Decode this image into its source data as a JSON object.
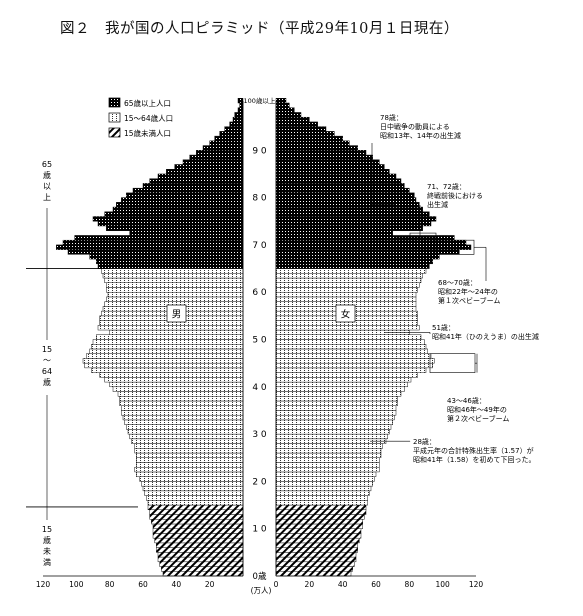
{
  "page": {
    "title": "図２　我が国の人口ピラミッド（平成29年10月１日現在）"
  },
  "chart_data": {
    "type": "bar",
    "orientation": "horizontal-pyramid",
    "unit": "(万人)",
    "axis": {
      "age_ticks": [
        "0",
        "1 0",
        "2 0",
        "3 0",
        "4 0",
        "5 0",
        "6 0",
        "7 0",
        "8 0",
        "9 0"
      ],
      "age_bottom_label": "0歳",
      "age_top_label": "100歳以上",
      "x_ticks_left": [
        "120",
        "100",
        "80",
        "60",
        "40",
        "20"
      ],
      "x_ticks_right": [
        "0",
        "20",
        "40",
        "60",
        "80",
        "100",
        "120"
      ],
      "xlim": [
        0,
        120
      ]
    },
    "legend": [
      {
        "label": "65歳以上人口",
        "pattern": "elderly"
      },
      {
        "label": "15～64歳人口",
        "pattern": "working"
      },
      {
        "label": "15歳未満人口",
        "pattern": "child"
      }
    ],
    "sex_labels": {
      "male": "男",
      "female": "女"
    },
    "age_group_labels": {
      "upper": [
        "65",
        "歳",
        "以",
        "上"
      ],
      "middle": [
        "15",
        "～",
        "64",
        "歳"
      ],
      "lower": [
        "15",
        "歳",
        "未",
        "満"
      ]
    },
    "annotations": [
      {
        "age": 78,
        "lines": [
          "78歳：",
          "日中戦争の動員による",
          "昭和13年、14年の出生減"
        ]
      },
      {
        "age": 71.5,
        "lines": [
          "71、72歳：",
          "終戦前後における",
          "出生減"
        ]
      },
      {
        "age": 69,
        "lines": [
          "68～70歳：",
          "昭和22年～24年の",
          "第１次ベビーブーム"
        ]
      },
      {
        "age": 51,
        "lines": [
          "51歳：",
          "昭和41年（ひのえうま）の出生減"
        ]
      },
      {
        "age": 44.5,
        "lines": [
          "43～46歳：",
          "昭和46年～49年の",
          "第２次ベビーブーム"
        ]
      },
      {
        "age": 28,
        "lines": [
          "28歳：",
          "平成元年の合計特殊出生率（1.57）が",
          "昭和41年（1.58）を初めて下回った。"
        ]
      }
    ],
    "male": [
      48,
      49,
      50,
      51,
      51,
      52,
      52,
      53,
      54,
      54,
      54,
      55,
      56,
      56,
      57,
      57,
      58,
      59,
      60,
      61,
      62,
      64,
      65,
      64,
      64,
      64,
      65,
      65,
      67,
      68,
      69,
      70,
      71,
      72,
      73,
      73,
      74,
      74,
      75,
      78,
      80,
      83,
      86,
      91,
      95,
      96,
      94,
      92,
      91,
      90,
      88,
      80,
      87,
      86,
      86,
      85,
      84,
      83,
      82,
      81,
      82,
      82,
      83,
      84,
      85,
      87,
      88,
      92,
      105,
      112,
      108,
      101,
      68,
      82,
      87,
      90,
      83,
      78,
      76,
      73,
      70,
      66,
      60,
      56,
      51,
      46,
      41,
      36,
      32,
      28,
      24,
      20,
      17,
      14,
      11,
      8,
      6,
      5,
      3,
      2,
      3
    ],
    "female": [
      45,
      46,
      47,
      48,
      48,
      49,
      49,
      50,
      51,
      51,
      52,
      52,
      53,
      54,
      54,
      55,
      55,
      56,
      57,
      58,
      59,
      60,
      62,
      62,
      62,
      63,
      63,
      64,
      66,
      67,
      68,
      69,
      70,
      71,
      72,
      72,
      73,
      73,
      75,
      77,
      79,
      81,
      85,
      90,
      94,
      95,
      93,
      91,
      90,
      89,
      87,
      80,
      86,
      85,
      85,
      85,
      84,
      84,
      84,
      84,
      85,
      86,
      87,
      88,
      90,
      92,
      94,
      98,
      110,
      117,
      114,
      107,
      70,
      88,
      93,
      96,
      92,
      88,
      86,
      84,
      83,
      80,
      77,
      75,
      72,
      68,
      65,
      62,
      58,
      54,
      49,
      44,
      40,
      35,
      30,
      25,
      20,
      15,
      11,
      8,
      6
    ]
  }
}
